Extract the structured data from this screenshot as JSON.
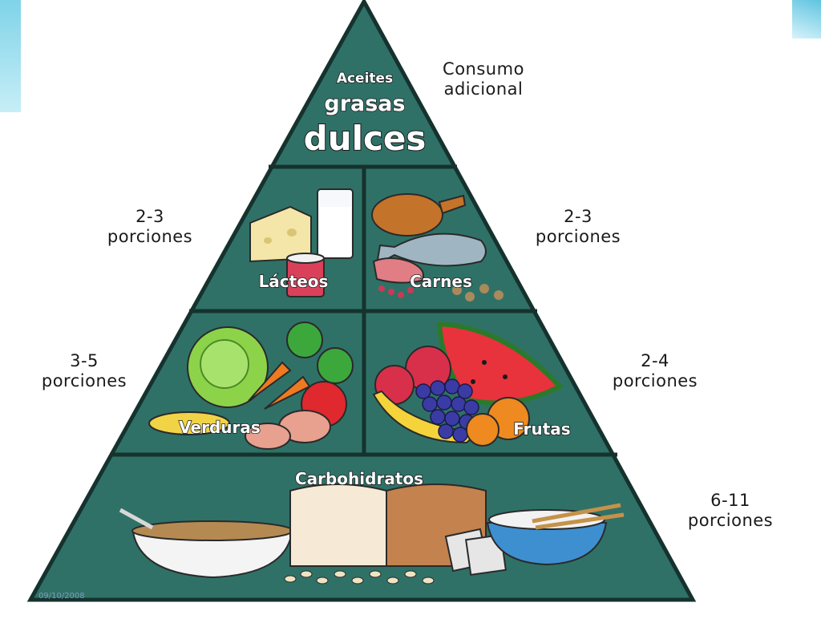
{
  "pyramid": {
    "top": {
      "line1": "Aceites",
      "line2": "grasas",
      "line3": "dulces"
    },
    "tiers": {
      "lacteos": "Lácteos",
      "carnes": "Carnes",
      "verduras": "Verduras",
      "frutas": "Frutas",
      "carbohidratos": "Carbohidratos"
    }
  },
  "annotations": {
    "top_line1": "Consumo",
    "top_line2": "adicional",
    "lacteos_line1": "2-3",
    "lacteos_line2": "porciones",
    "carnes_line1": "2-3",
    "carnes_line2": "porciones",
    "verduras_line1": "3-5",
    "verduras_line2": "porciones",
    "frutas_line1": "2-4",
    "frutas_line2": "porciones",
    "carbohidratos_line1": "6-11",
    "carbohidratos_line2": "porciones"
  },
  "footer": {
    "date": "09/10/2008"
  },
  "colors": {
    "pyramid_fill": "#2f7167",
    "pyramid_border": "#16322e",
    "label_fill": "#ffffff"
  }
}
